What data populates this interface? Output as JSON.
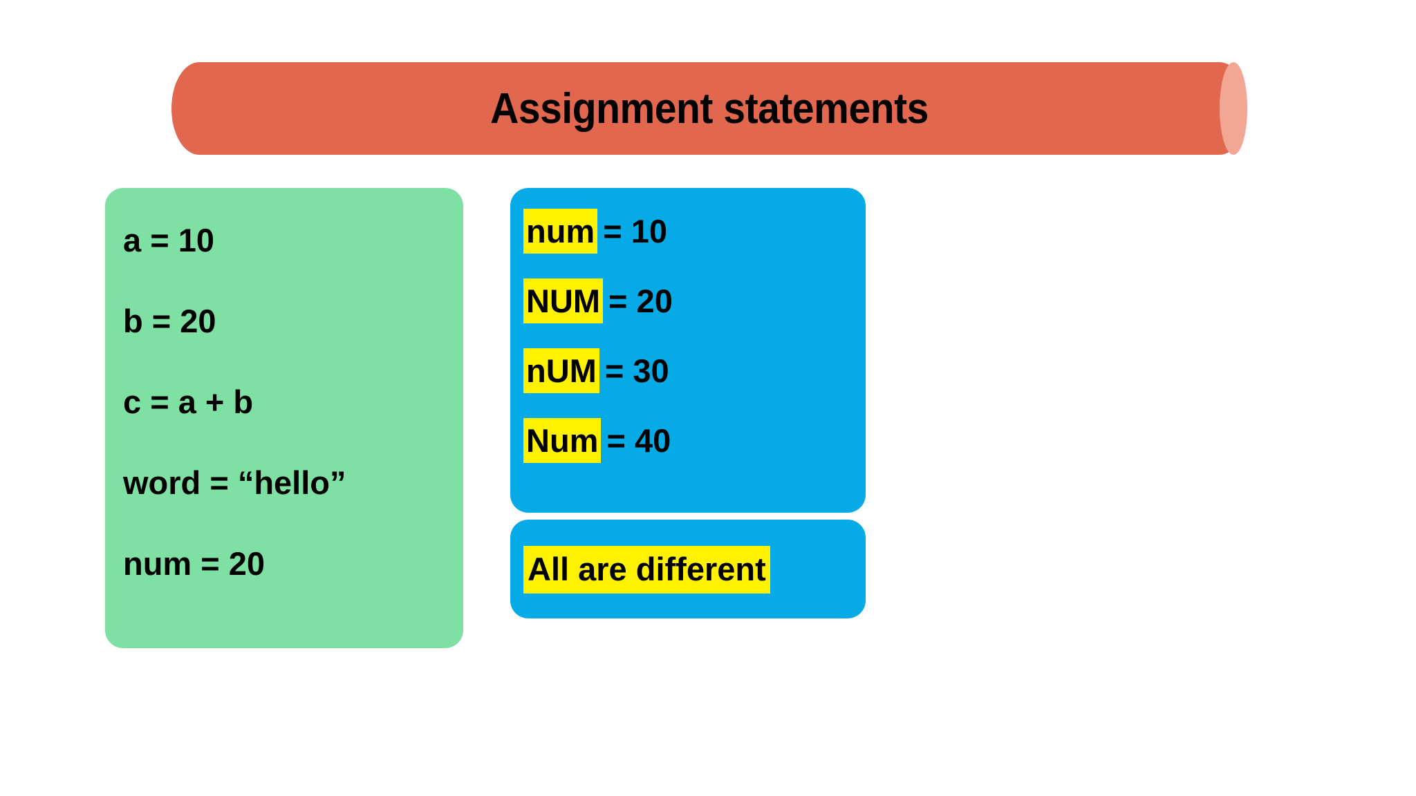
{
  "slide": {
    "background_color": "#ffffff",
    "title": {
      "text": "Assignment statements",
      "banner_color": "#E2674F",
      "banner_cap_color": "#F2A794",
      "text_color": "#000000"
    }
  },
  "green_panel": {
    "background_color": "#7FE0A4",
    "lines": [
      {
        "text": "a = 10"
      },
      {
        "text": "b = 20"
      },
      {
        "text": "c = a + b"
      },
      {
        "text": "word = “hello”"
      },
      {
        "text": "num = 20"
      }
    ]
  },
  "blue_panel": {
    "background_color": "#05AAE6",
    "highlight_color": "#FFF200",
    "assignments": [
      {
        "name": "num",
        "rest": "= 10"
      },
      {
        "name": "NUM",
        "rest": "= 20"
      },
      {
        "name": "nUM",
        "rest": "= 30"
      },
      {
        "name": "Num",
        "rest": "= 40"
      }
    ]
  },
  "note_panel": {
    "background_color": "#05AAE6",
    "highlight_color": "#FFF200",
    "text": "All are different"
  }
}
